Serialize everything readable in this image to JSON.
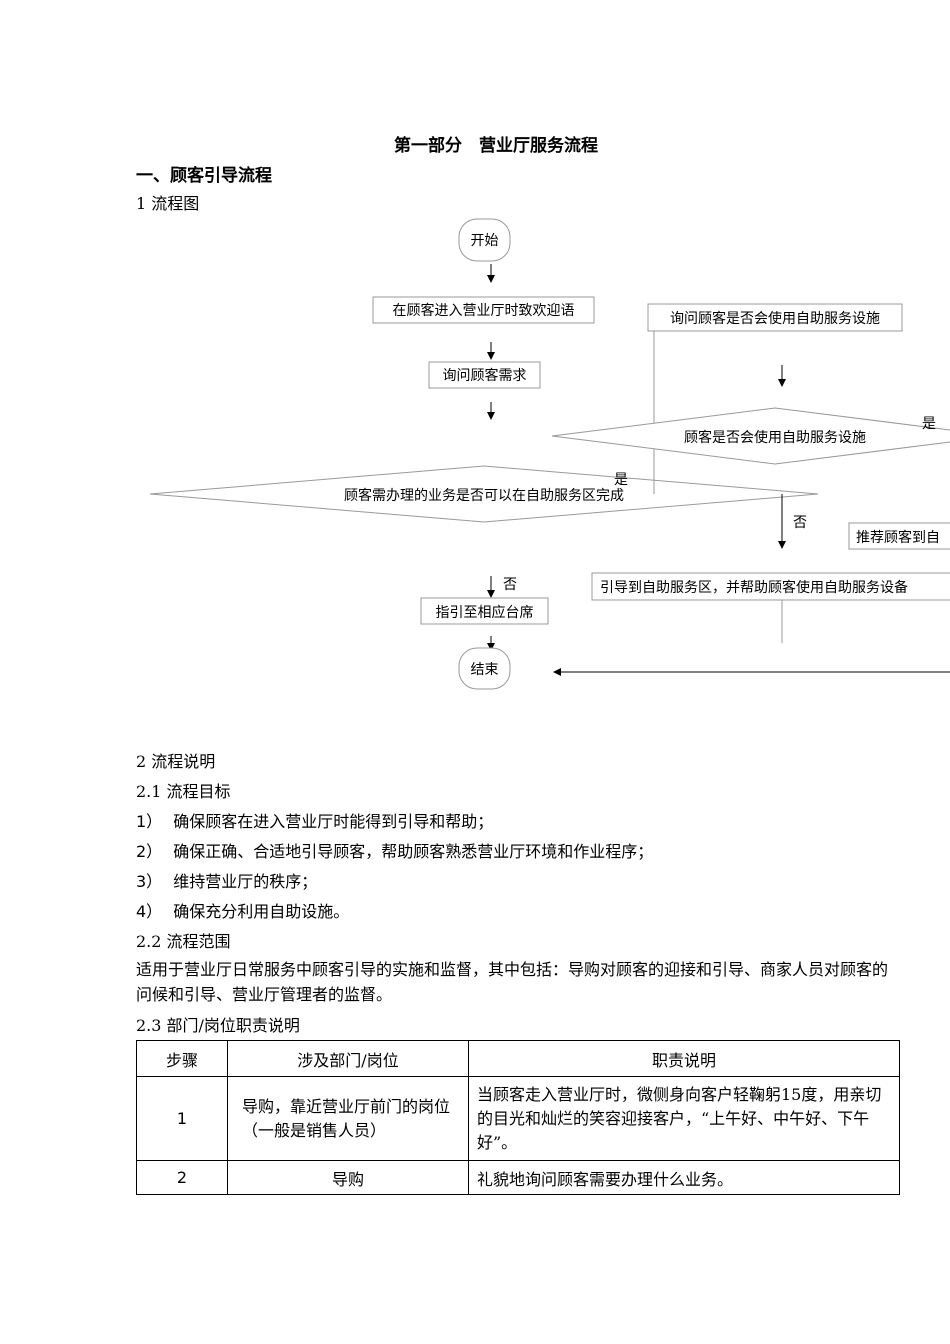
{
  "page_title": "第一部分　营业厅服务流程",
  "section1_heading": "一、顾客引导流程",
  "flowchart_heading": "1 流程图",
  "flowchart": {
    "start": "开始",
    "welcome": "在顾客进入营业厅时致欢迎语",
    "ask_needs": "询问顾客需求",
    "decision_self_service_area": "顾客需办理的业务是否可以在自助服务区完成",
    "ask_can_use": "询问顾客是否会使用自助服务设施",
    "decision_can_use": "顾客是否会使用自助服务设施",
    "recommend": "推荐顾客到自",
    "guide_help": "引导到自助服务区，并帮助顾客使用自助服务设备",
    "counter": "指引至相应台席",
    "end": "结束",
    "yes_label_1": "是",
    "yes_label_2": "是",
    "no_label_1": "否",
    "no_label_2": "否"
  },
  "section2_heading": "2 流程说明",
  "goals_heading": "2.1 流程目标",
  "goals": [
    {
      "num": "1）",
      "text": "确保顾客在进入营业厅时能得到引导和帮助；"
    },
    {
      "num": "2）",
      "text": "确保正确、合适地引导顾客，帮助顾客熟悉营业厅环境和作业程序；"
    },
    {
      "num": "3）",
      "text": "维持营业厅的秩序；"
    },
    {
      "num": "4）",
      "text": "确保充分利用自助设施。"
    }
  ],
  "scope_heading": "2.2 流程范围",
  "scope_text": "适用于营业厅日常服务中顾客引导的实施和监督，其中包括：导购对顾客的迎接和引导、商家人员对顾客的问候和引导、营业厅管理者的监督。",
  "duties_heading": "2.3 部门/岗位职责说明",
  "table": {
    "headers": [
      "步骤",
      "涉及部门/岗位",
      "职责说明"
    ],
    "rows": [
      {
        "step": "1",
        "dept": "导购，靠近营业厅前门的岗位（一般是销售人员）",
        "desc": "当顾客走入营业厅时，微侧身向客户轻鞠躬15度，用亲切的目光和灿烂的笑容迎接客户，“上午好、中午好、下午好”。"
      },
      {
        "step": "2",
        "dept": "导购",
        "desc": "礼貌地询问顾客需要办理什么业务。"
      }
    ]
  }
}
